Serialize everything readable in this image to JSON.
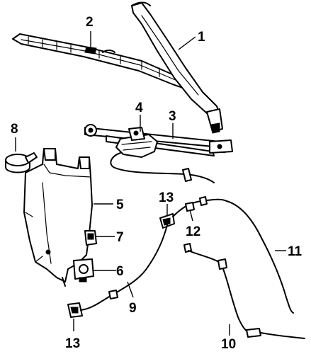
{
  "diagram": {
    "callouts": [
      {
        "id": "c1",
        "label": "1"
      },
      {
        "id": "c2",
        "label": "2"
      },
      {
        "id": "c3",
        "label": "3"
      },
      {
        "id": "c4",
        "label": "4"
      },
      {
        "id": "c5",
        "label": "5"
      },
      {
        "id": "c6",
        "label": "6"
      },
      {
        "id": "c7",
        "label": "7"
      },
      {
        "id": "c8",
        "label": "8"
      },
      {
        "id": "c9",
        "label": "9"
      },
      {
        "id": "c10",
        "label": "10"
      },
      {
        "id": "c11",
        "label": "11"
      },
      {
        "id": "c12",
        "label": "12"
      },
      {
        "id": "c13a",
        "label": "13"
      },
      {
        "id": "c13b",
        "label": "13"
      }
    ]
  }
}
